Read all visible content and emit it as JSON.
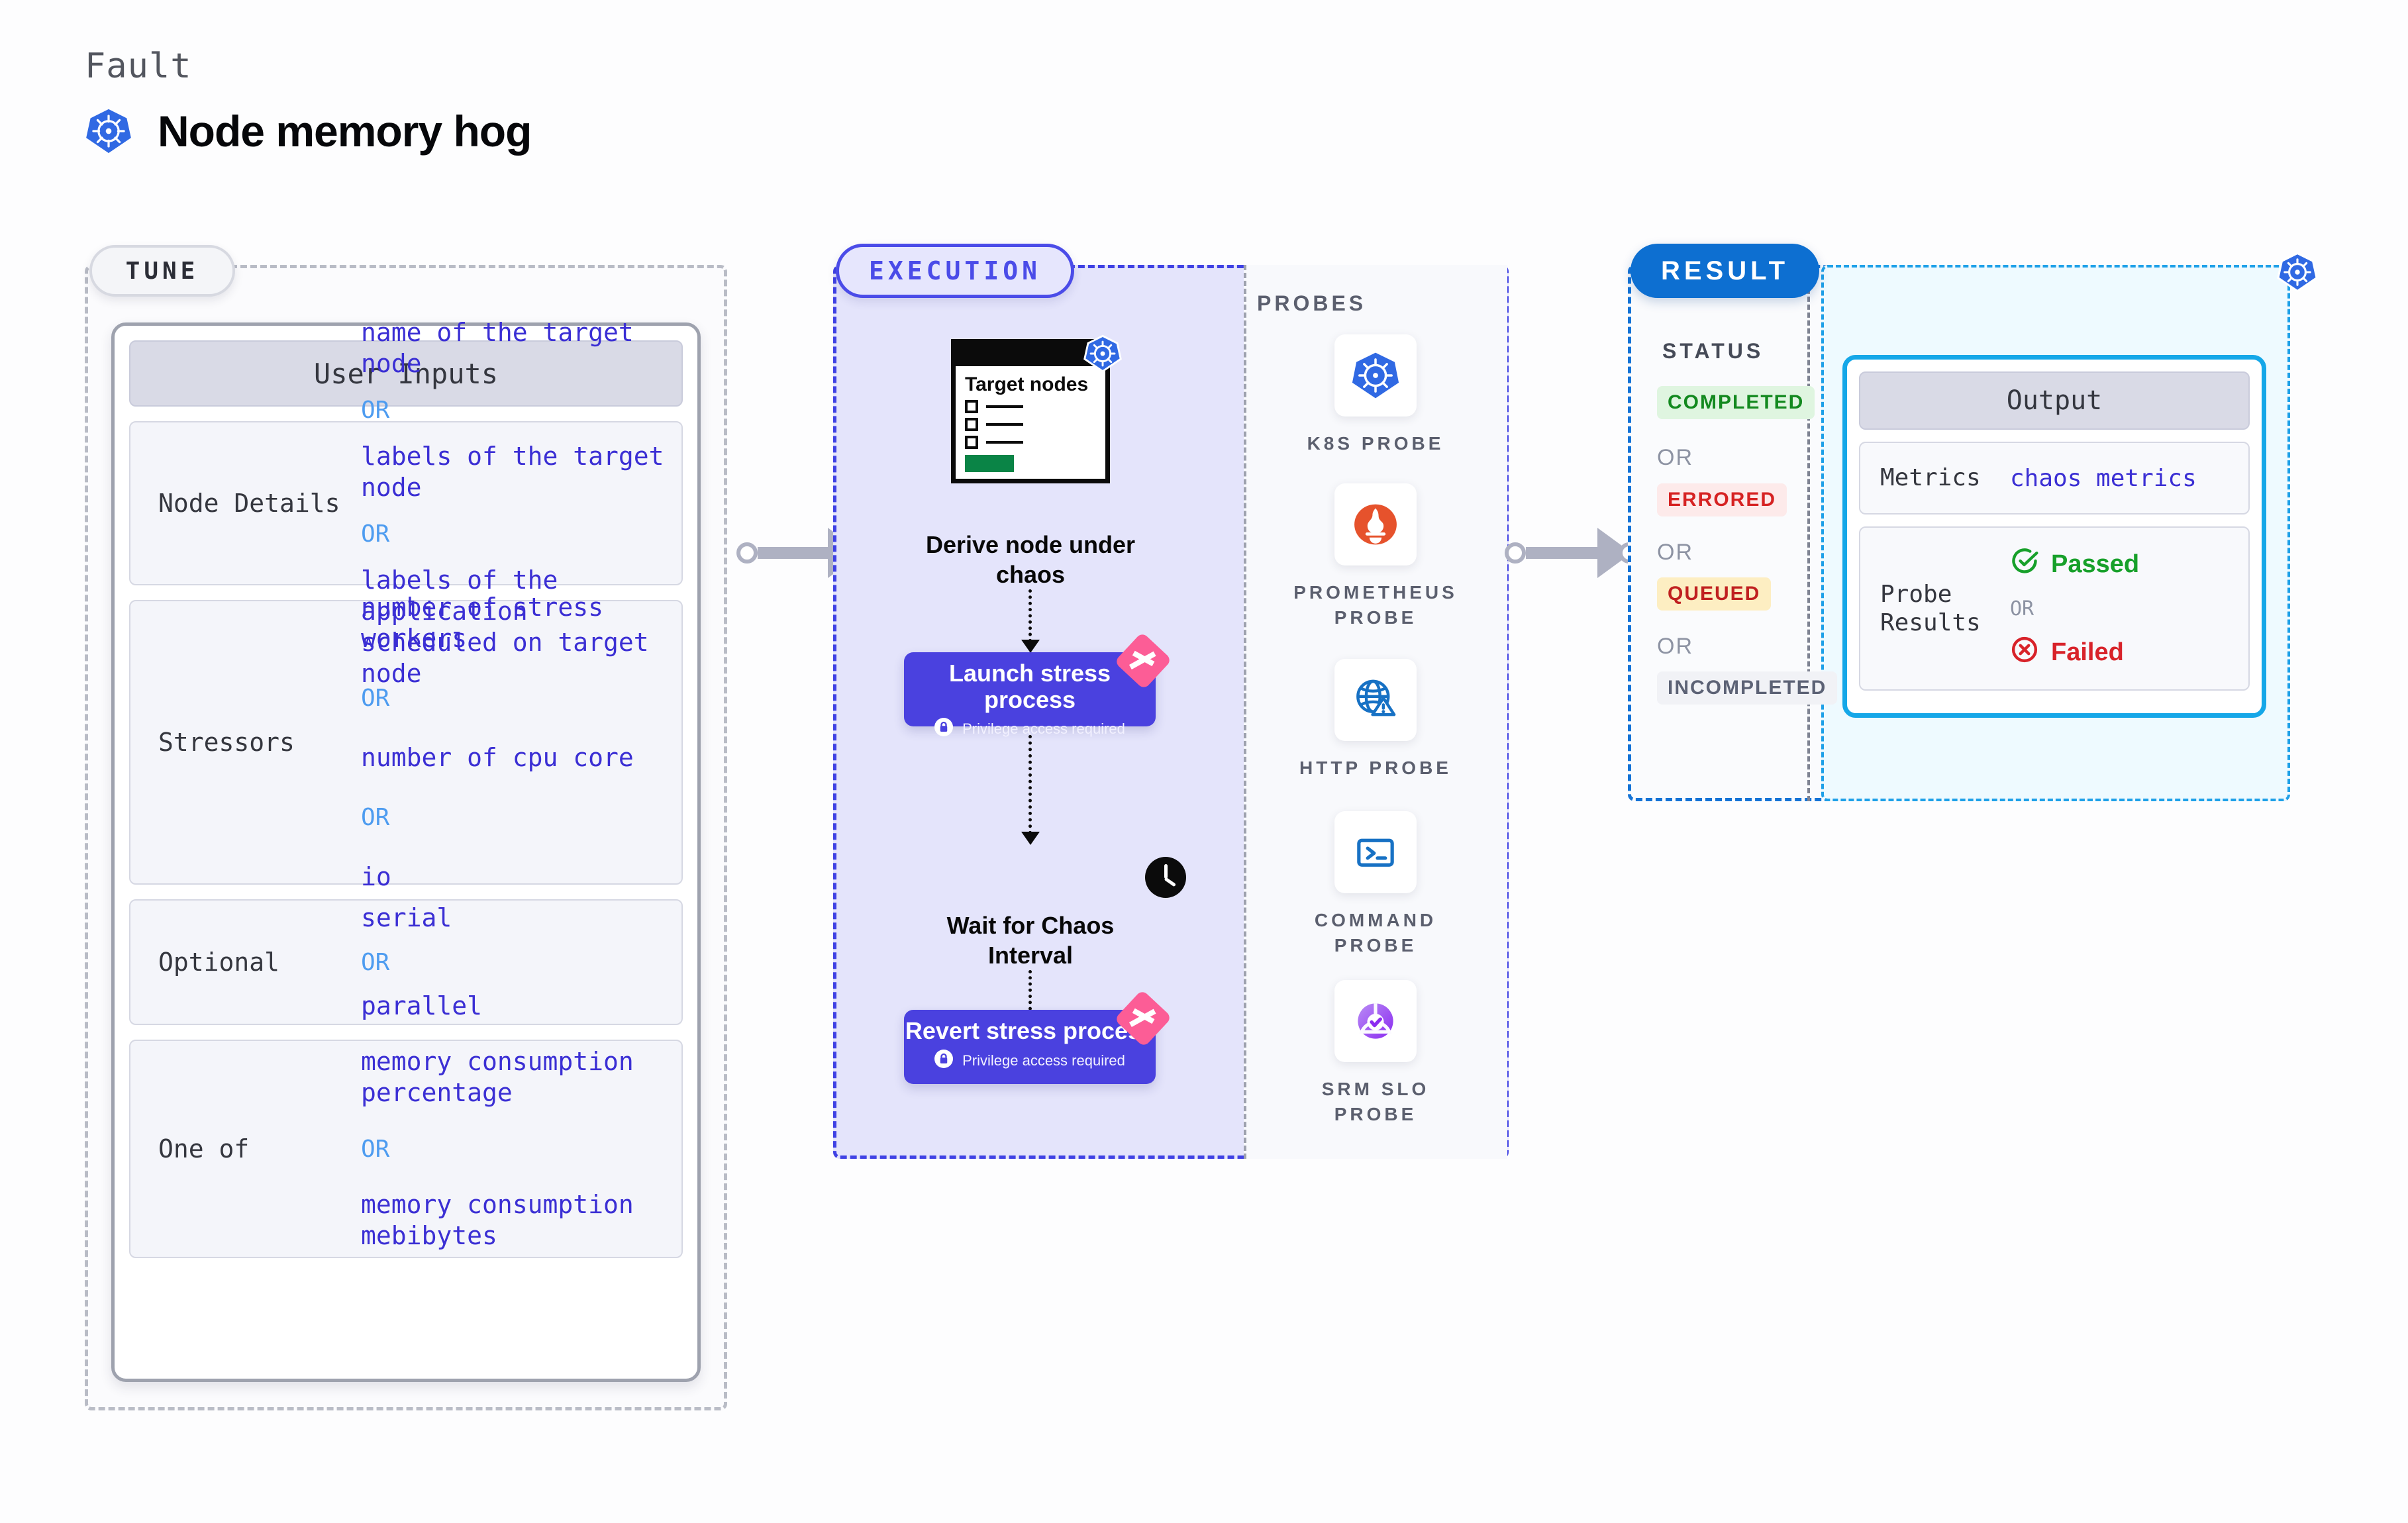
{
  "header": {
    "eyebrow": "Fault",
    "title": "Node memory hog",
    "logo_icon": "kubernetes-icon"
  },
  "tune": {
    "pill_label": "TUNE",
    "card_title": "User Inputs",
    "rows": [
      {
        "label": "Node Details",
        "values": [
          "name of the target node",
          "labels of the target node",
          "labels of the application scheduled on target node"
        ],
        "separator": "OR"
      },
      {
        "label": "Stressors",
        "values": [
          "number of stress workers",
          "number of cpu core",
          "io"
        ],
        "separator": "OR"
      },
      {
        "label": "Optional",
        "values": [
          "serial",
          "parallel"
        ],
        "separator": "OR"
      },
      {
        "label": "One of",
        "values": [
          "memory consumption percentage",
          "memory consumption mebibytes"
        ],
        "separator": "OR"
      }
    ]
  },
  "execution": {
    "pill_label": "EXECUTION",
    "steps": [
      {
        "card_title": "Target nodes",
        "card_icon": "kubernetes-icon",
        "label": "Derive node under chaos"
      },
      {
        "title": "Launch stress process",
        "sub": "Privilege access required",
        "lock_icon": "lock-icon",
        "ribbon_icon": "harness-ribbon-icon"
      },
      {
        "icon": "clock-icon",
        "label": "Wait for Chaos Interval"
      },
      {
        "title": "Revert stress process",
        "sub": "Privilege access required",
        "lock_icon": "lock-icon",
        "ribbon_icon": "harness-ribbon-icon"
      }
    ]
  },
  "probes": {
    "title": "PROBES",
    "items": [
      {
        "label": "K8S PROBE",
        "icon": "kubernetes-icon"
      },
      {
        "label": "PROMETHEUS PROBE",
        "icon": "prometheus-icon"
      },
      {
        "label": "HTTP PROBE",
        "icon": "globe-warning-icon"
      },
      {
        "label": "COMMAND PROBE",
        "icon": "terminal-icon"
      },
      {
        "label": "SRM SLO PROBE",
        "icon": "srm-slo-icon"
      }
    ]
  },
  "result": {
    "pill_label": "RESULT",
    "corner_icon": "kubernetes-icon",
    "status": {
      "title": "STATUS",
      "separator": "OR",
      "badges": [
        {
          "label": "COMPLETED",
          "bg": "#dff5e0",
          "fg": "#13891f"
        },
        {
          "label": "ERRORED",
          "bg": "#fdeaea",
          "fg": "#d62222"
        },
        {
          "label": "QUEUED",
          "bg": "#fdeec2",
          "fg": "#c02020"
        },
        {
          "label": "INCOMPLETED",
          "bg": "#f1f2f6",
          "fg": "#5c6275"
        }
      ]
    },
    "output": {
      "title": "Output",
      "metrics_label": "Metrics",
      "metrics_value": "chaos metrics",
      "probe_label": "Probe Results",
      "passed": "Passed",
      "failed": "Failed",
      "separator": "OR",
      "passed_icon": "check-circle-icon",
      "failed_icon": "x-circle-icon"
    }
  },
  "colors": {
    "accent_indigo": "#4a41df",
    "accent_blue": "#0d6fd1",
    "k8s_blue": "#3069e3",
    "pink_ribbon": "#fc5d96",
    "pass_green": "#17a02a",
    "fail_red": "#d8232a"
  }
}
